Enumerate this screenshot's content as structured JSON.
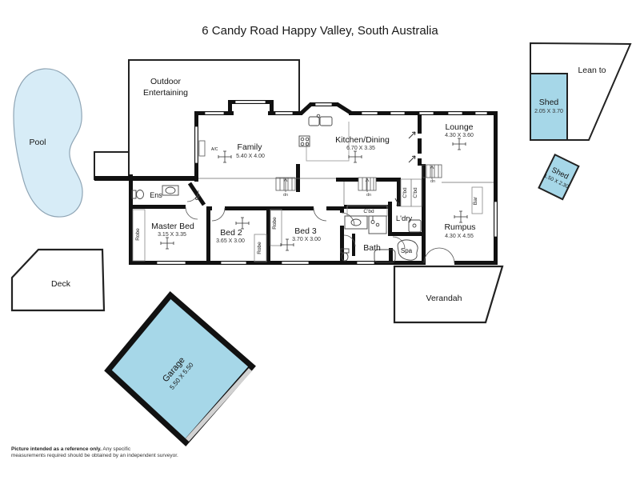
{
  "title": "6 Candy Road Happy Valley, South Australia",
  "outbuildings": {
    "pool": {
      "label": "Pool"
    },
    "deck": {
      "label": "Deck"
    },
    "garage": {
      "label": "Garage",
      "dims": "5.50 X 5.50"
    },
    "lean_to": {
      "label": "Lean to"
    },
    "shed_large": {
      "label": "Shed",
      "dims": "2.05 X 3.70"
    },
    "shed_small": {
      "label": "Shed",
      "dims": "1.50 X 2.30"
    },
    "verandah": {
      "label": "Verandah"
    },
    "outdoor_entertaining": {
      "line1": "Outdoor",
      "line2": "Entertaining"
    }
  },
  "rooms": {
    "family": {
      "name": "Family",
      "dims": "5.40 X 4.00"
    },
    "kitchen_dining": {
      "name": "Kitchen/Dining",
      "dims": "6.70 X 3.35"
    },
    "lounge": {
      "name": "Lounge",
      "dims": "4.30 X 3.60"
    },
    "rumpus": {
      "name": "Rumpus",
      "dims": "4.30 X 4.55"
    },
    "master_bed": {
      "name": "Master Bed",
      "dims": "3.15 X 3.35"
    },
    "bed_2": {
      "name": "Bed 2",
      "dims": "3.65 X 3.00"
    },
    "bed_3": {
      "name": "Bed 3",
      "dims": "3.70 X 3.00"
    },
    "bath": {
      "name": "Bath"
    },
    "spa": {
      "name": "Spa"
    },
    "laundry": {
      "name": "L'dry"
    },
    "ensuite": {
      "name": "Ens"
    }
  },
  "fixtures": {
    "robe": "Robe",
    "cupboard": "C'bd",
    "bar": "Bar",
    "down": "dn",
    "air_conditioner": "A/C"
  },
  "footer": {
    "bold_text": "Picture intended as a reference only.",
    "line1_rest": " Any specific",
    "line2": "measurements required should be obtained by an independent surveyor."
  },
  "colors": {
    "water_fill": "#d7ecf7",
    "building_fill": "#a6d7e8",
    "wall": "#111111"
  }
}
